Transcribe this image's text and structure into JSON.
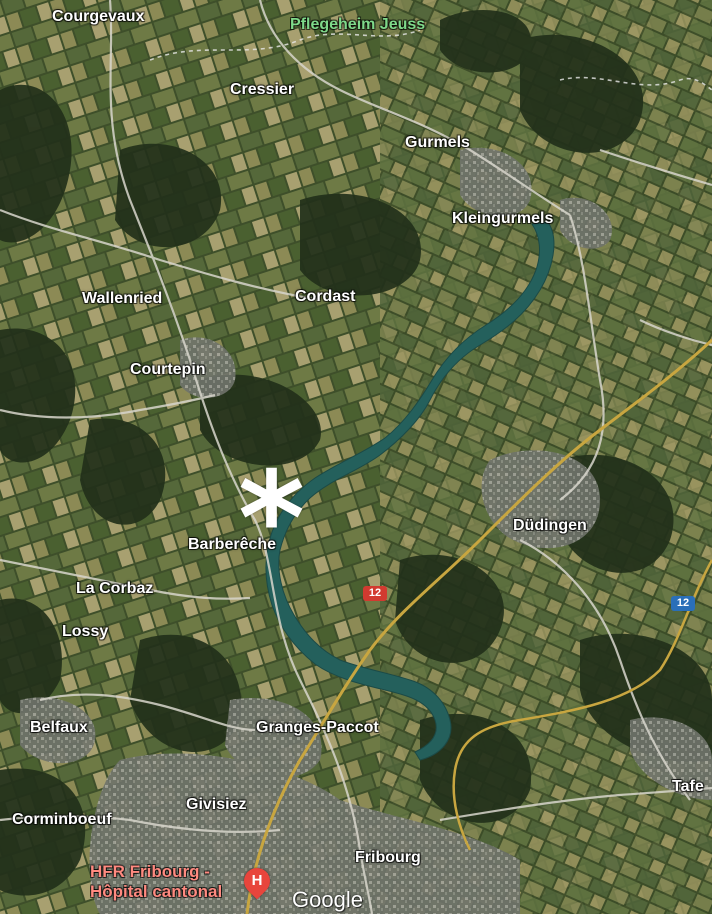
{
  "map": {
    "view": "satellite",
    "places": [
      {
        "id": "courgevaux",
        "label": "Courgevaux"
      },
      {
        "id": "pflegeheim-jeuss",
        "label": "Pflegeheim Jeuss"
      },
      {
        "id": "cressier",
        "label": "Cressier"
      },
      {
        "id": "gurmels",
        "label": "Gurmels"
      },
      {
        "id": "kleingurmels",
        "label": "Kleingurmels"
      },
      {
        "id": "wallenried",
        "label": "Wallenried"
      },
      {
        "id": "cordast",
        "label": "Cordast"
      },
      {
        "id": "courtepin",
        "label": "Courtepin"
      },
      {
        "id": "barbereche",
        "label": "Barberêche"
      },
      {
        "id": "dudingen",
        "label": "Düdingen"
      },
      {
        "id": "la-corbaz",
        "label": "La Corbaz"
      },
      {
        "id": "lossy",
        "label": "Lossy"
      },
      {
        "id": "belfaux",
        "label": "Belfaux"
      },
      {
        "id": "granges-paccot",
        "label": "Granges-Paccot"
      },
      {
        "id": "tafers",
        "label": "Tafe"
      },
      {
        "id": "givisiez",
        "label": "Givisiez"
      },
      {
        "id": "corminboeuf",
        "label": "Corminboeuf"
      },
      {
        "id": "fribourg",
        "label": "Fribourg"
      }
    ],
    "hospital": {
      "label_line1": "HFR Fribourg -",
      "label_line2": "Hôpital cantonal",
      "icon_letter": "H",
      "icon": "hospital-pin-icon"
    },
    "roads": [
      {
        "id": "road-12-center",
        "label": "12",
        "shield": "red"
      },
      {
        "id": "road-12-east",
        "label": "12",
        "shield": "blue"
      }
    ],
    "marker": {
      "symbol": "*",
      "icon": "asterisk-marker-icon"
    },
    "attribution": "Google",
    "colors": {
      "terrain_dark": "#2b3a1f",
      "terrain": "#3e4f2a",
      "field_light": "#8c8a55",
      "field_tan": "#a8a070",
      "water": "#24605c",
      "town": "#8a8c88",
      "road": "#d8d6cc",
      "motorway": "#c8a640",
      "shield_red": "#d23a30",
      "shield_blue": "#2a6fb8",
      "hospital_pin": "#e8453c",
      "poi_green": "#7fd98a",
      "label": "#ffffff"
    }
  }
}
